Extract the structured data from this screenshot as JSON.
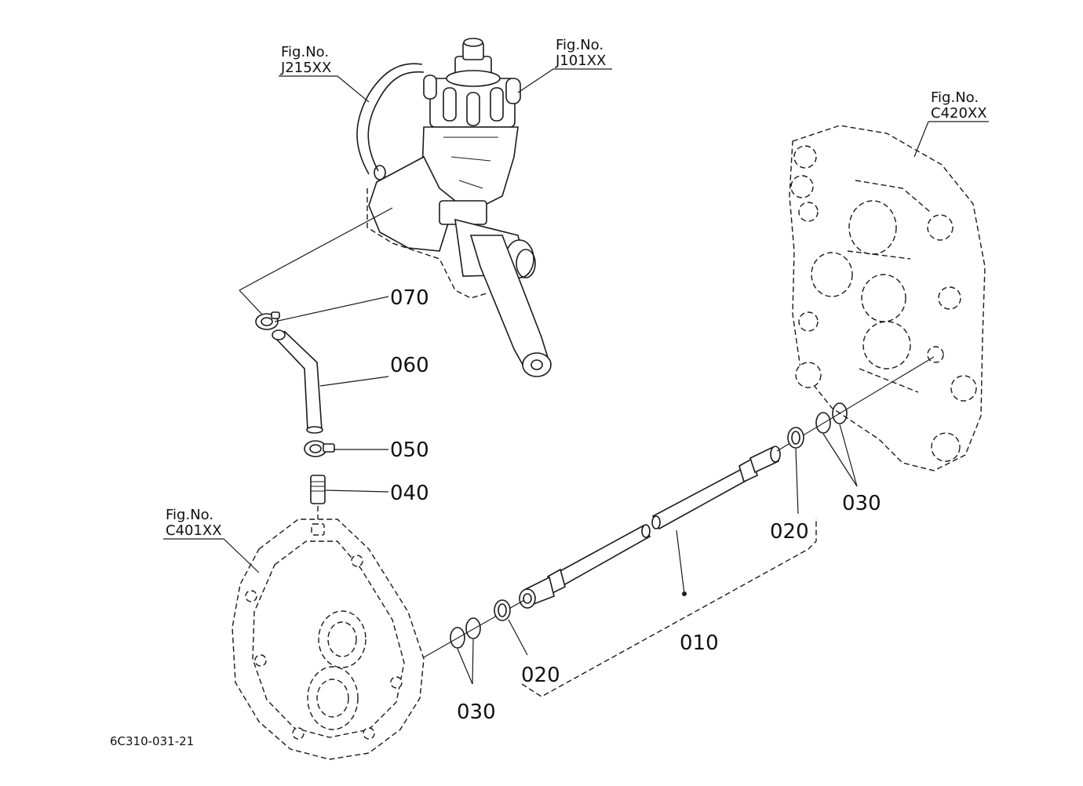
{
  "figure_refs": [
    {
      "id": "j215",
      "prefix": "Fig.No.",
      "code": "J215XX"
    },
    {
      "id": "j101",
      "prefix": "Fig.No.",
      "code": "J101XX"
    },
    {
      "id": "c420",
      "prefix": "Fig.No.",
      "code": "C420XX"
    },
    {
      "id": "c401",
      "prefix": "Fig.No.",
      "code": "C401XX"
    }
  ],
  "parts": {
    "p070": "070",
    "p060": "060",
    "p050": "050",
    "p040": "040",
    "p010": "010",
    "p020_left": "020",
    "p020_right": "020",
    "p030_left": "030",
    "p030_right": "030"
  },
  "drawing_id": "6C310-031-21"
}
